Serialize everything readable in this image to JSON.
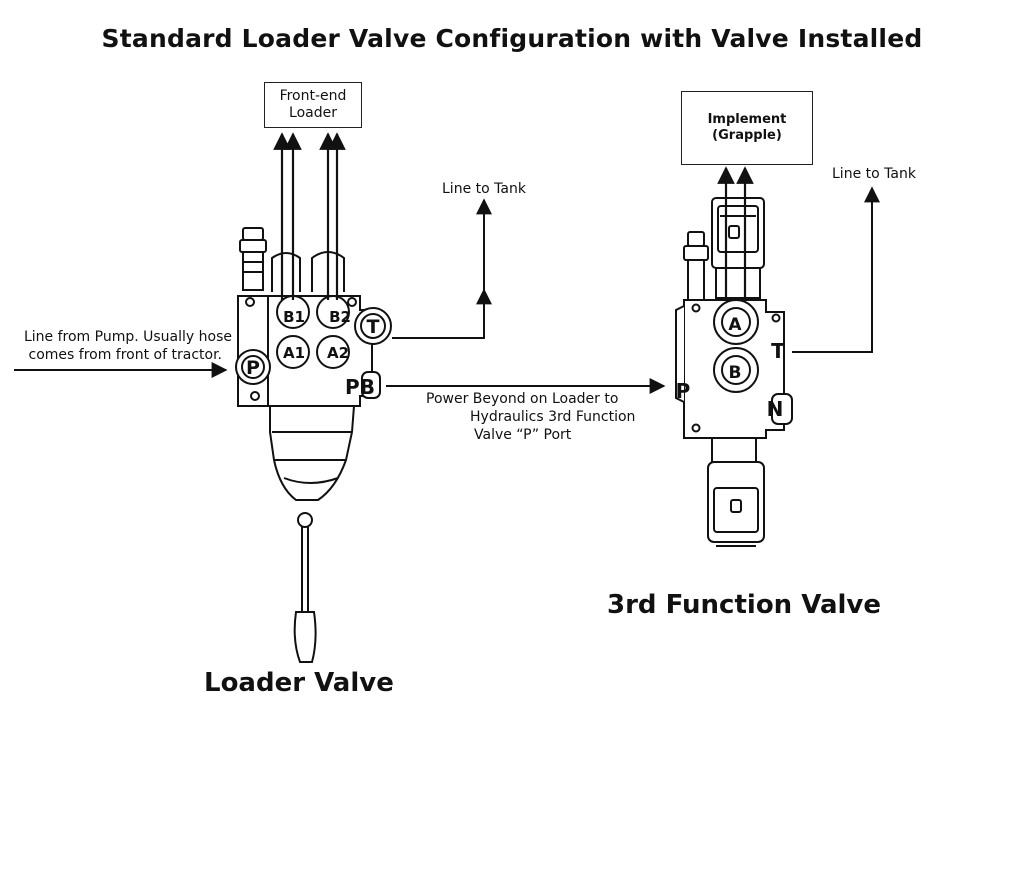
{
  "title": "Standard Loader Valve Configuration with Valve Installed",
  "loader_valve": {
    "label": "Loader Valve",
    "ports": {
      "b1": "B1",
      "b2": "B2",
      "a1": "A1",
      "a2": "A2",
      "t": "T",
      "p": "P",
      "pb": "PB"
    },
    "loader_box": {
      "line1": "Front-end",
      "line2": "Loader"
    },
    "tank_line": "Line to Tank",
    "pump_line": {
      "line1": "Line from Pump. Usually hose",
      "line2": "comes from front of tractor."
    },
    "power_beyond": {
      "line1": "Power Beyond on Loader to",
      "line2": "Hydraulics 3rd Function",
      "line3": "Valve “P” Port"
    }
  },
  "third_function_valve": {
    "label": "3rd Function Valve",
    "ports": {
      "a": "A",
      "b": "B",
      "t": "T",
      "p": "P",
      "n": "N"
    },
    "implement_box": {
      "line1": "Implement",
      "line2": "(Grapple)"
    },
    "tank_line": "Line to Tank"
  },
  "colors": {
    "line": "#111111",
    "background": "#ffffff"
  }
}
